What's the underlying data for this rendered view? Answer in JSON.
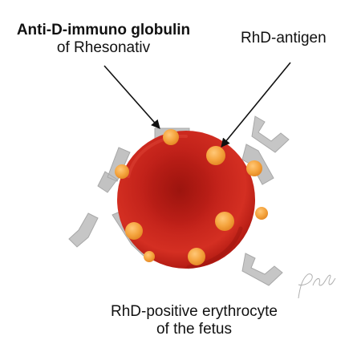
{
  "labels": {
    "antibody_line1": "Anti-D-immuno globulin",
    "antibody_line2": "of Rhesonativ",
    "antigen": "RhD-antigen",
    "cell_line1": "RhD-positive erythrocyte",
    "cell_line2": "of the fetus"
  },
  "signature": "P. Rattel",
  "colors": {
    "erythrocyte": "#c9241c",
    "erythrocyte_dark": "#9e1510",
    "erythrocyte_center": "#b21a14",
    "antigen": "#f4a23e",
    "antibody": "#bdbdbd",
    "arrow": "#111111"
  }
}
